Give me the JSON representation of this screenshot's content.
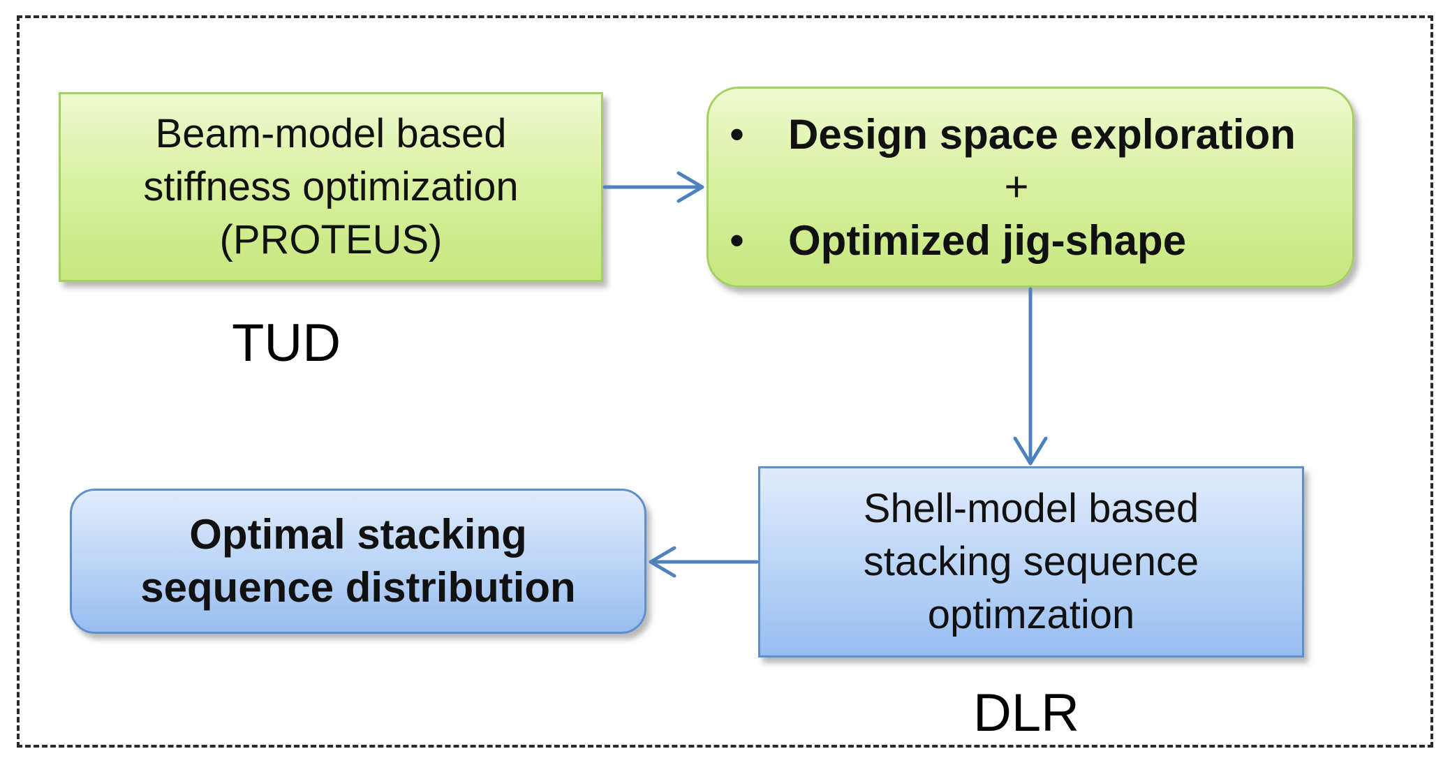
{
  "diagram": {
    "nodes": {
      "proteus": {
        "lines": [
          "Beam-model based",
          "stiffness optimization",
          "(PROTEUS)"
        ]
      },
      "design": {
        "bullet": "•",
        "item1": "Design space exploration",
        "plus": "+",
        "item2": "Optimized jig-shape"
      },
      "shell": {
        "lines": [
          "Shell-model based",
          "stacking sequence",
          "optimzation"
        ]
      },
      "optimal": {
        "lines": [
          "Optimal stacking",
          "sequence distribution"
        ]
      }
    },
    "labels": {
      "tud": "TUD",
      "dlr": "DLR"
    },
    "edges": [
      {
        "from": "proteus",
        "to": "design"
      },
      {
        "from": "design",
        "to": "shell"
      },
      {
        "from": "shell",
        "to": "optimal"
      }
    ],
    "colors": {
      "green_fill": "#d6ef9a",
      "green_border": "#a5cf63",
      "blue_fill": "#b9d3f6",
      "blue_border": "#5e8fcc",
      "arrow": "#4f81bd",
      "frame": "#2a2a2a"
    }
  }
}
